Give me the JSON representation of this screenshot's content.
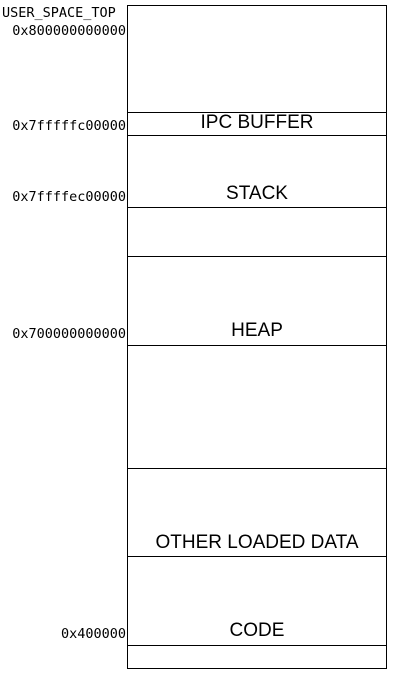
{
  "addresses": {
    "user_space_top": "USER_SPACE_TOP",
    "top": "0x800000000000",
    "ipc_buffer": "0x7fffffc00000",
    "stack": "0x7ffffec00000",
    "heap": "0x700000000000",
    "code": "0x400000"
  },
  "regions": {
    "ipc_buffer": "IPC BUFFER",
    "stack": "STACK",
    "heap": "HEAP",
    "other_loaded_data": "OTHER LOADED DATA",
    "code": "CODE"
  },
  "colors": {
    "line": "#000000",
    "background": "#ffffff"
  }
}
